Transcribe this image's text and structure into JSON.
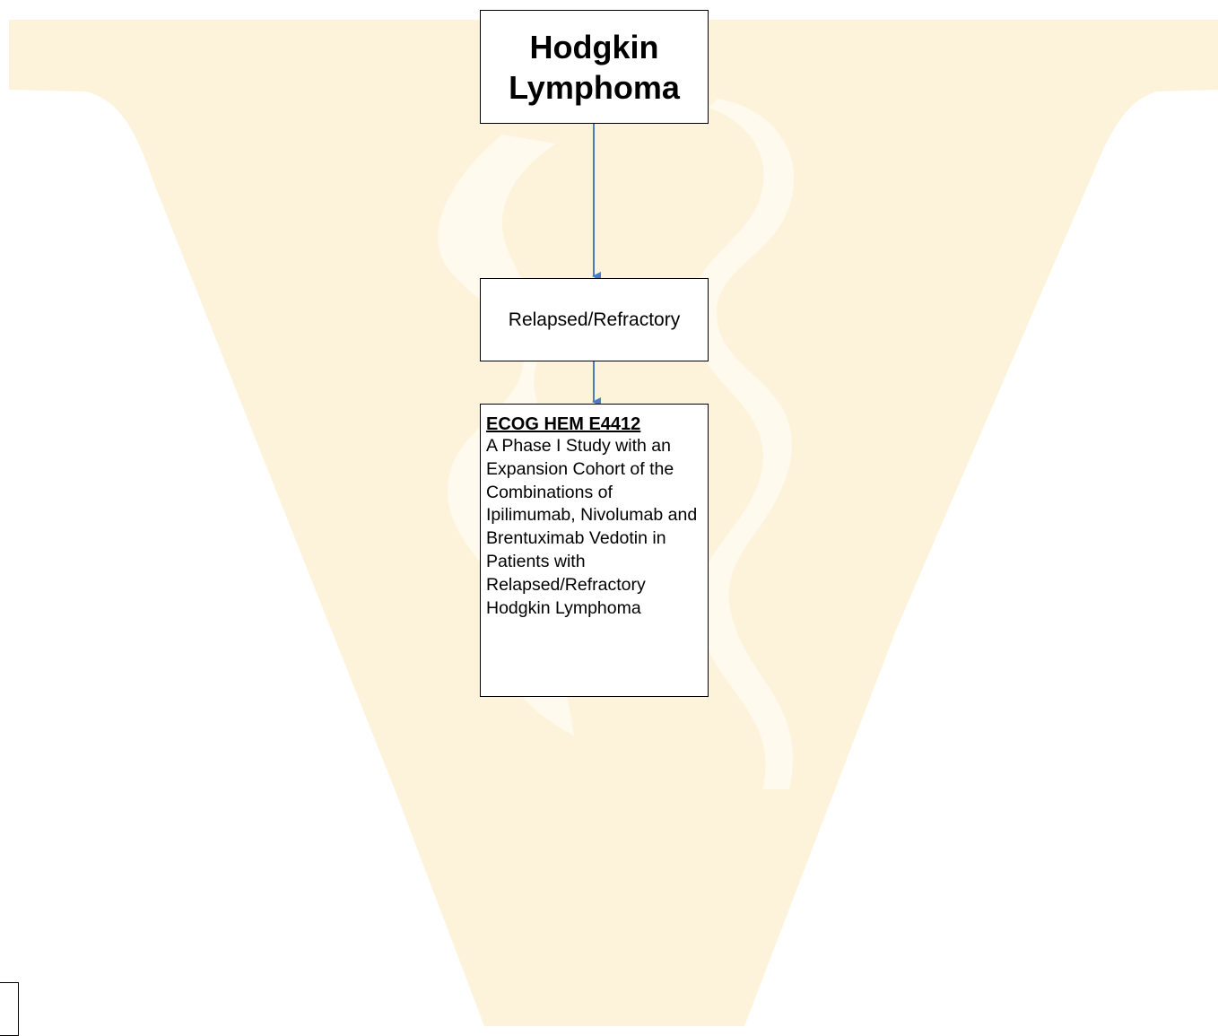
{
  "nodes": {
    "root": {
      "title": "Hodgkin Lymphoma"
    },
    "relapsed": {
      "label": "Relapsed/Refractory"
    },
    "trial": {
      "id": "ECOG HEM E4412",
      "description": "A Phase I Study with an Expansion Cohort of the Combinations of Ipilimumab, Nivolumab and Brentuximab Vedotin in Patients with Relapsed/Refractory Hodgkin Lymphoma"
    }
  },
  "edges": [
    {
      "from": "root",
      "to": "relapsed"
    },
    {
      "from": "relapsed",
      "to": "trial"
    }
  ],
  "colors": {
    "arrow": "#4a7bc4",
    "watermark": "#fdf1d4",
    "box_border": "#000000"
  }
}
